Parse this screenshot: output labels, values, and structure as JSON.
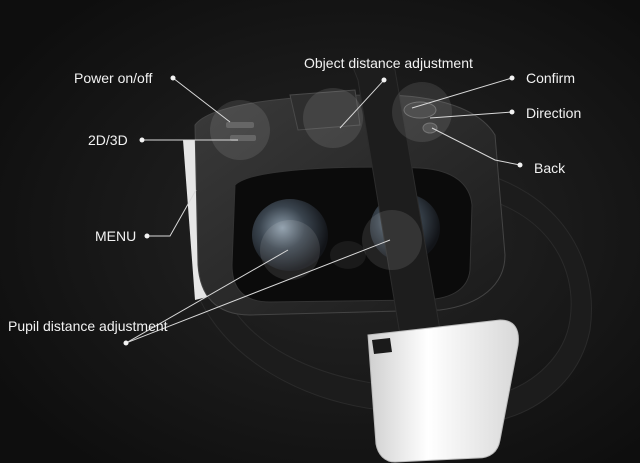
{
  "labels": {
    "power": "Power on/off",
    "mode_2d3d": "2D/3D",
    "menu": "MENU",
    "pupil": "Pupil distance adjustment",
    "object": "Object distance adjustment",
    "confirm": "Confirm",
    "direction": "Direction",
    "back": "Back"
  },
  "colors": {
    "background": "#141414",
    "headset": "#2b2b2b",
    "strap": "#1e1e1e",
    "pad": "#f0f0f0",
    "callout_line": "#d9d9d9"
  }
}
